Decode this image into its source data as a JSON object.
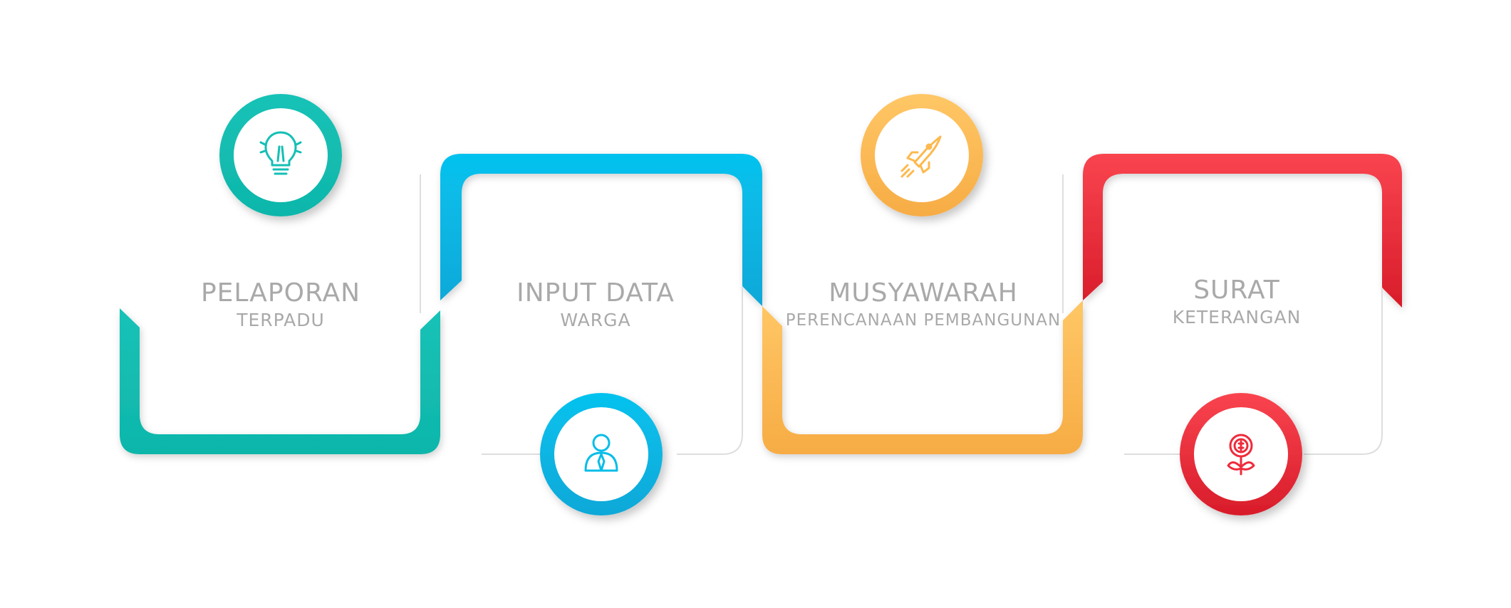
{
  "steps": [
    {
      "title": "PELAPORAN",
      "subtitle": "TERPADU",
      "icon": "lightbulb-icon",
      "color": "#14BFB5"
    },
    {
      "title": "INPUT DATA",
      "subtitle": "WARGA",
      "icon": "person-icon",
      "color": "#08BDE8"
    },
    {
      "title": "MUSYAWARAH",
      "subtitle": "PERENCANAAN PEMBANGUNAN",
      "icon": "rocket-icon",
      "color": "#FDB94E"
    },
    {
      "title": "SURAT",
      "subtitle": "KETERANGAN",
      "icon": "money-plant-icon",
      "color": "#EE2B3B"
    }
  ]
}
